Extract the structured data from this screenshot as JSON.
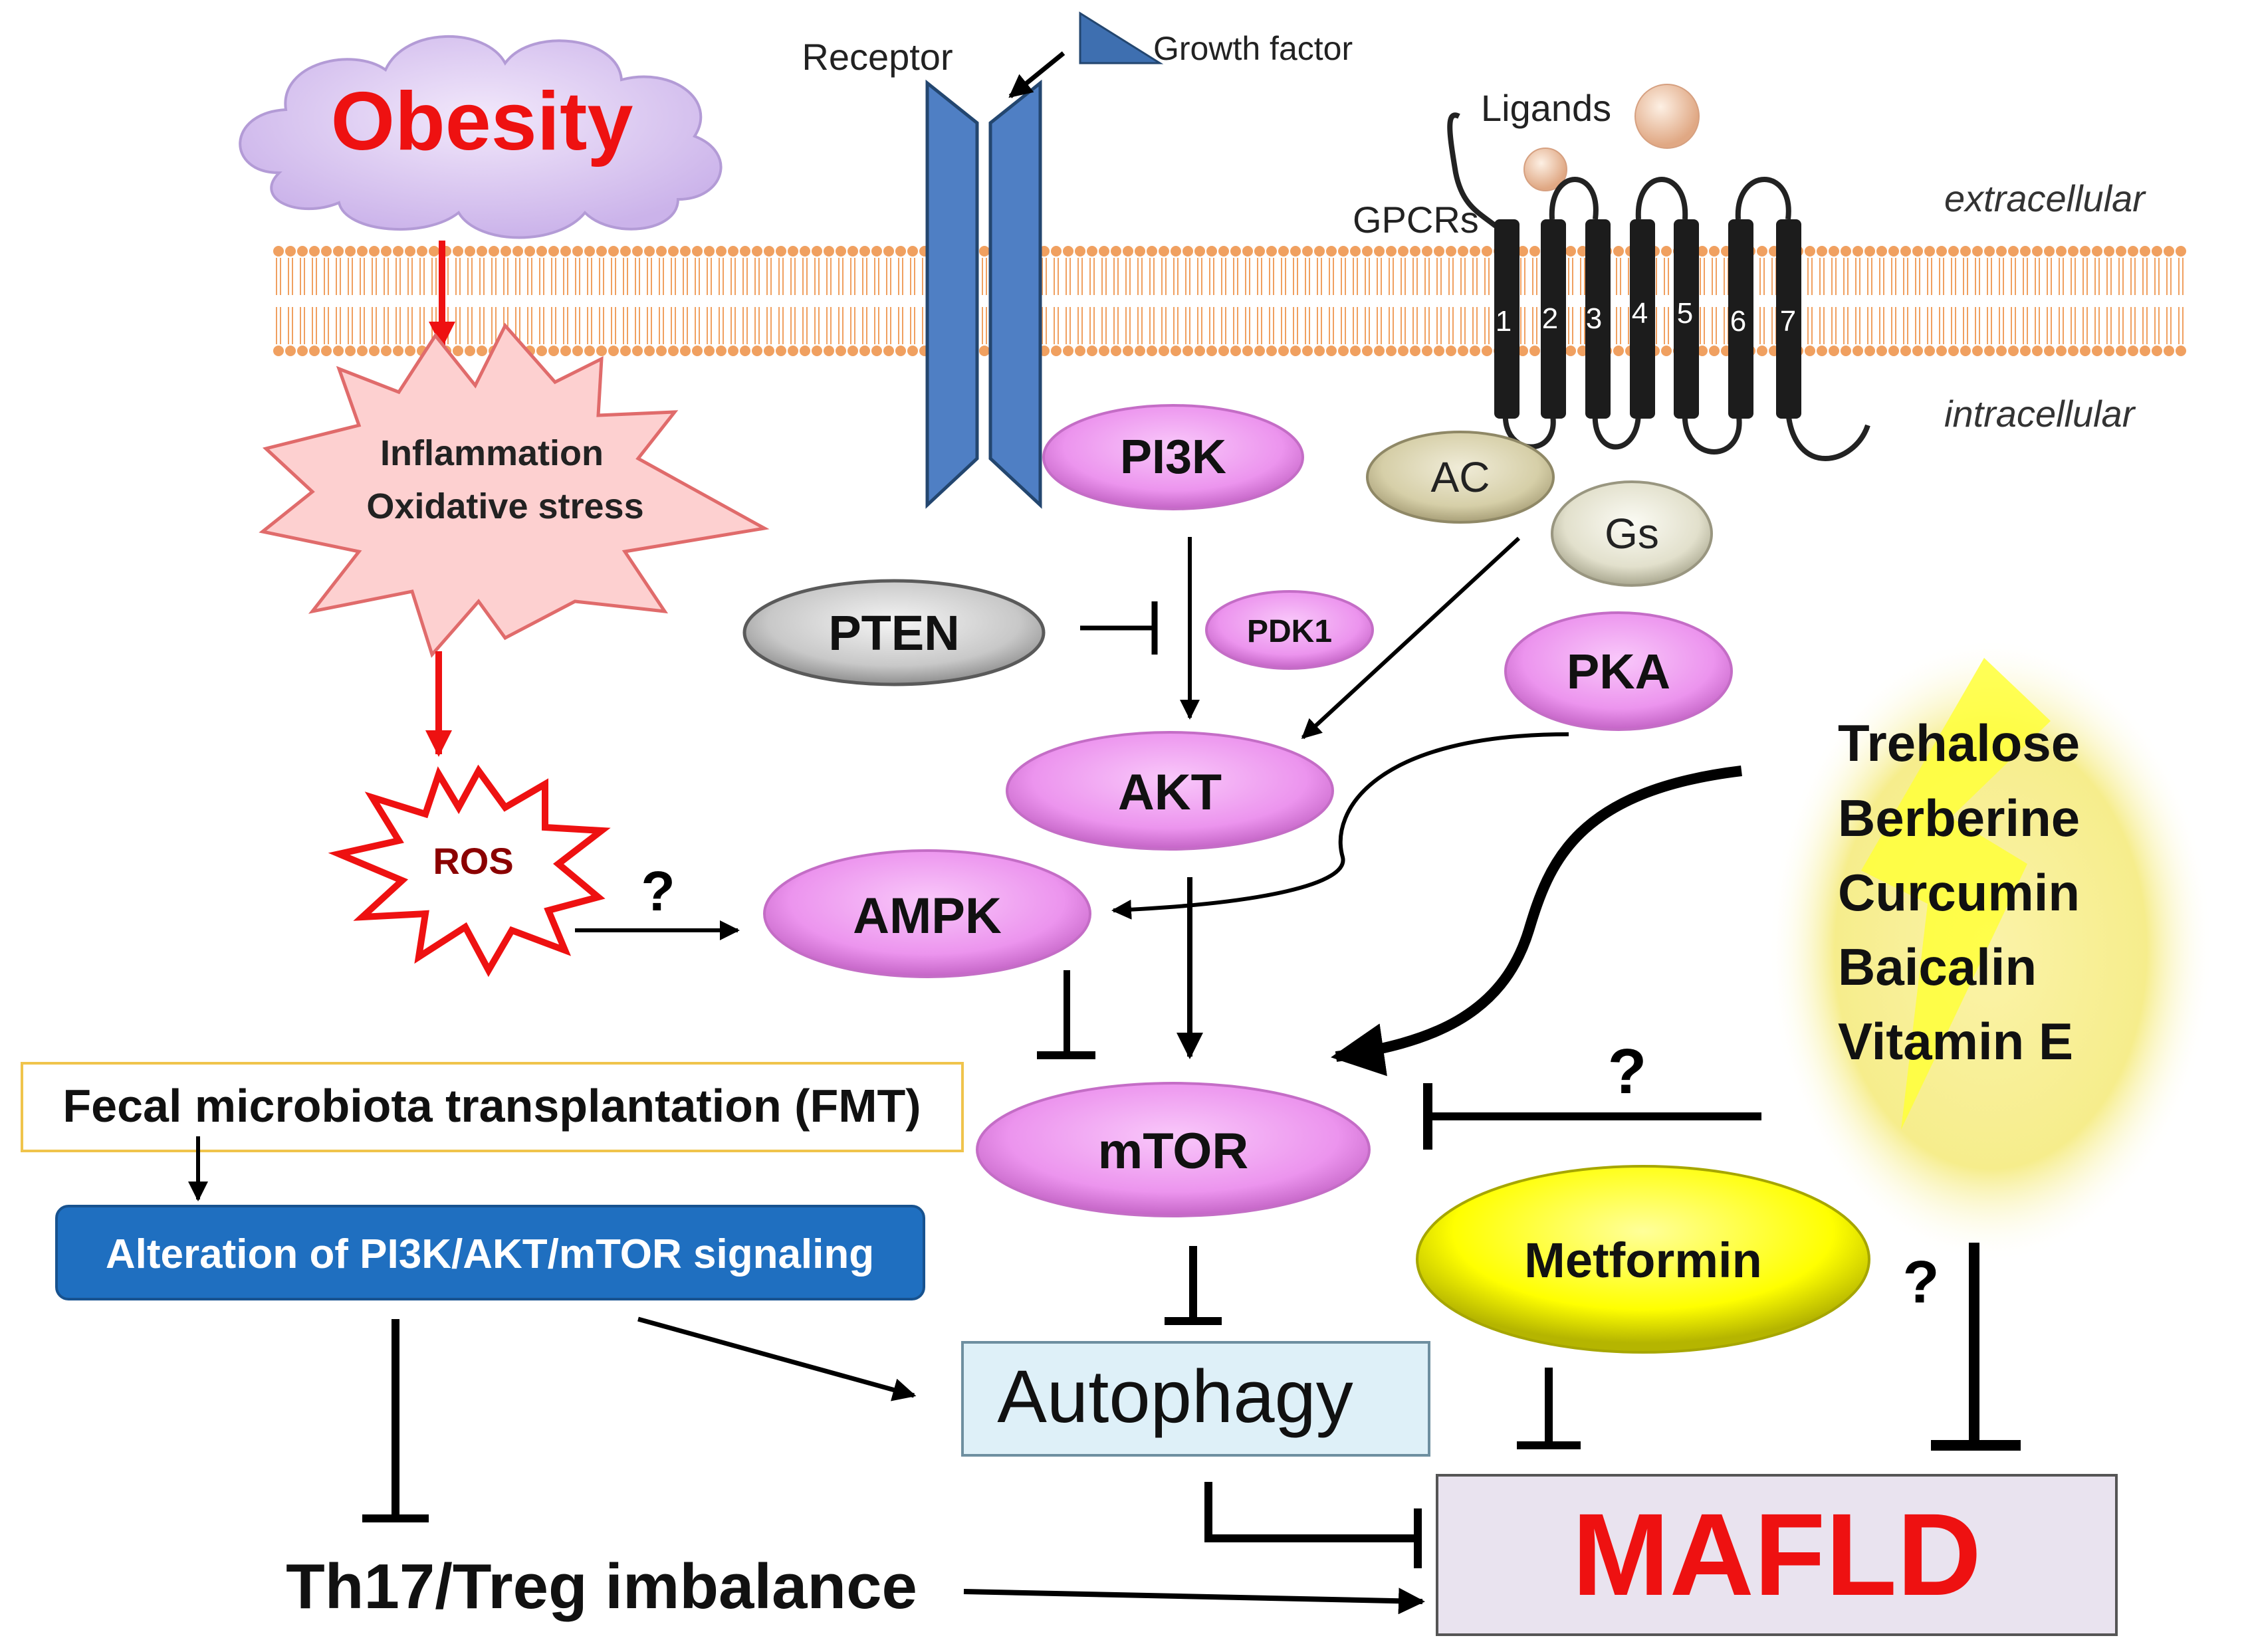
{
  "labels": {
    "obesity": "Obesity",
    "receptor": "Receptor",
    "growth_factor": "Growth factor",
    "ligands": "Ligands",
    "gpcrs": "GPCRs",
    "extracellular": "extracellular",
    "intracellular": "intracellular",
    "stress_line1": "Inflammation",
    "stress_line2": "Oxidative stress",
    "ros": "ROS",
    "fmt": "Fecal microbiota transplantation (FMT)",
    "alteration": "Alteration  of PI3K/AKT/mTOR  signaling",
    "th17": "Th17/Treg imbalance",
    "autophagy": "Autophagy",
    "mafld": "MAFLD",
    "question": "?"
  },
  "helix_numbers": [
    "1",
    "2",
    "3",
    "4",
    "5",
    "6",
    "7"
  ],
  "nodes": {
    "pi3k": "PI3K",
    "pten": "PTEN",
    "pdk1": "PDK1",
    "akt": "AKT",
    "ampk": "AMPK",
    "mtor": "mTOR",
    "pka": "PKA",
    "ac": "AC",
    "gs": "Gs",
    "metformin": "Metformin"
  },
  "compounds": [
    "Trehalose",
    "Berberine",
    "Curcumin",
    "Baicalin",
    "Vitamin E"
  ],
  "colors": {
    "pink": "#ec94ee",
    "red": "#ee1111",
    "membrane_dot": "#f0a060",
    "blue_box": "#1f6fc0",
    "metformin": "#ffff00",
    "autophagy_fill": "#def0f8",
    "mafld_fill": "#e9e3ef"
  }
}
